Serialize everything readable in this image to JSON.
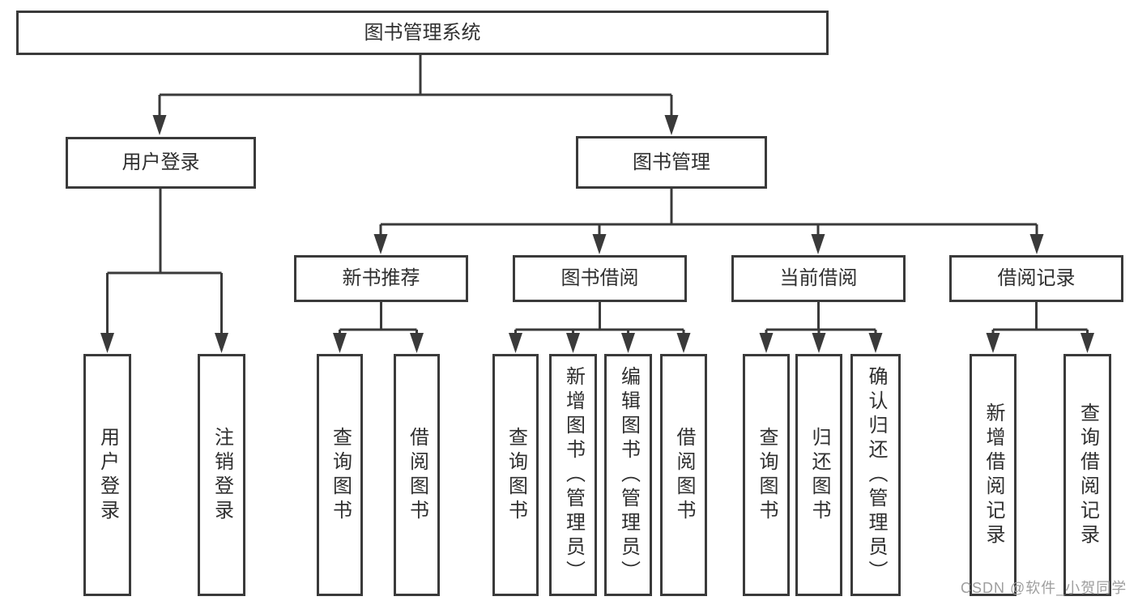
{
  "tree": {
    "root": "图书管理系统",
    "branches": [
      {
        "label": "用户登录",
        "leaves": [
          "用户登录",
          "注销登录"
        ]
      },
      {
        "label": "图书管理",
        "children": [
          {
            "label": "新书推荐",
            "leaves": [
              "查询图书",
              "借阅图书"
            ]
          },
          {
            "label": "图书借阅",
            "leaves": [
              "查询图书",
              "新增图书（管理员）",
              "编辑图书（管理员）",
              "借阅图书"
            ]
          },
          {
            "label": "当前借阅",
            "leaves": [
              "查询图书",
              "归还图书",
              "确认归还（管理员）"
            ]
          },
          {
            "label": "借阅记录",
            "leaves": [
              "新增借阅记录",
              "查询借阅记录"
            ]
          }
        ]
      }
    ]
  },
  "watermark": {
    "text": "CSDN @软件_小贺同学"
  },
  "colors": {
    "line": "#3a3a3a",
    "text": "#2f2f2f",
    "background": "#ffffff",
    "watermark": "#9e9e9e"
  }
}
